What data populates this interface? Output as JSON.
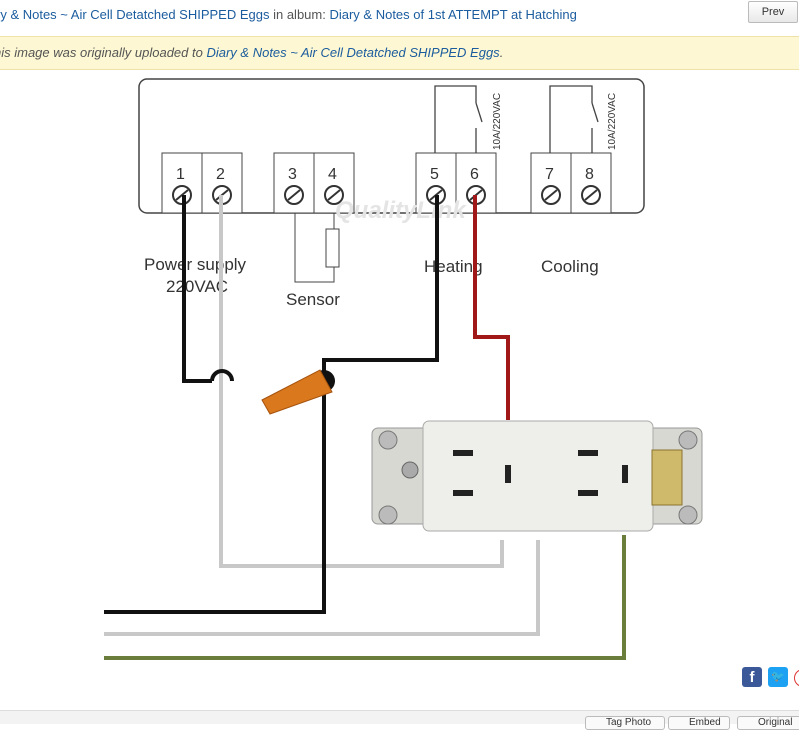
{
  "header": {
    "title_link": "ry & Notes ~ Air Cell Detatched SHIPPED Eggs",
    "in_album": " in album: ",
    "album_link": "Diary & Notes of 1st ATTEMPT at Hatching",
    "prev_label": "Prev"
  },
  "notice": {
    "prefix": "his image was originally uploaded to ",
    "link": "Diary & Notes ~ Air Cell Detatched SHIPPED Eggs",
    "suffix": "."
  },
  "diagram": {
    "terminals": [
      "1",
      "2",
      "3",
      "4",
      "5",
      "6",
      "7",
      "8"
    ],
    "power_label_1": "Power supply",
    "power_label_2": "220VAC",
    "sensor_label": "Sensor",
    "heating_label": "Heating",
    "cooling_label": "Cooling",
    "relay_rating": "10A/220VAC",
    "watermark": "QualityLink",
    "wire_colors": {
      "black": "#111111",
      "white": "#c8c8c8",
      "red": "#a01818",
      "green": "#6b7d3a",
      "wirenut": "#d9781c"
    }
  },
  "social": {
    "facebook": "f",
    "twitter": "t",
    "pinterest": "p"
  },
  "footer": {
    "buttons": [
      "Tag Photo",
      "Embed",
      "Original"
    ]
  }
}
